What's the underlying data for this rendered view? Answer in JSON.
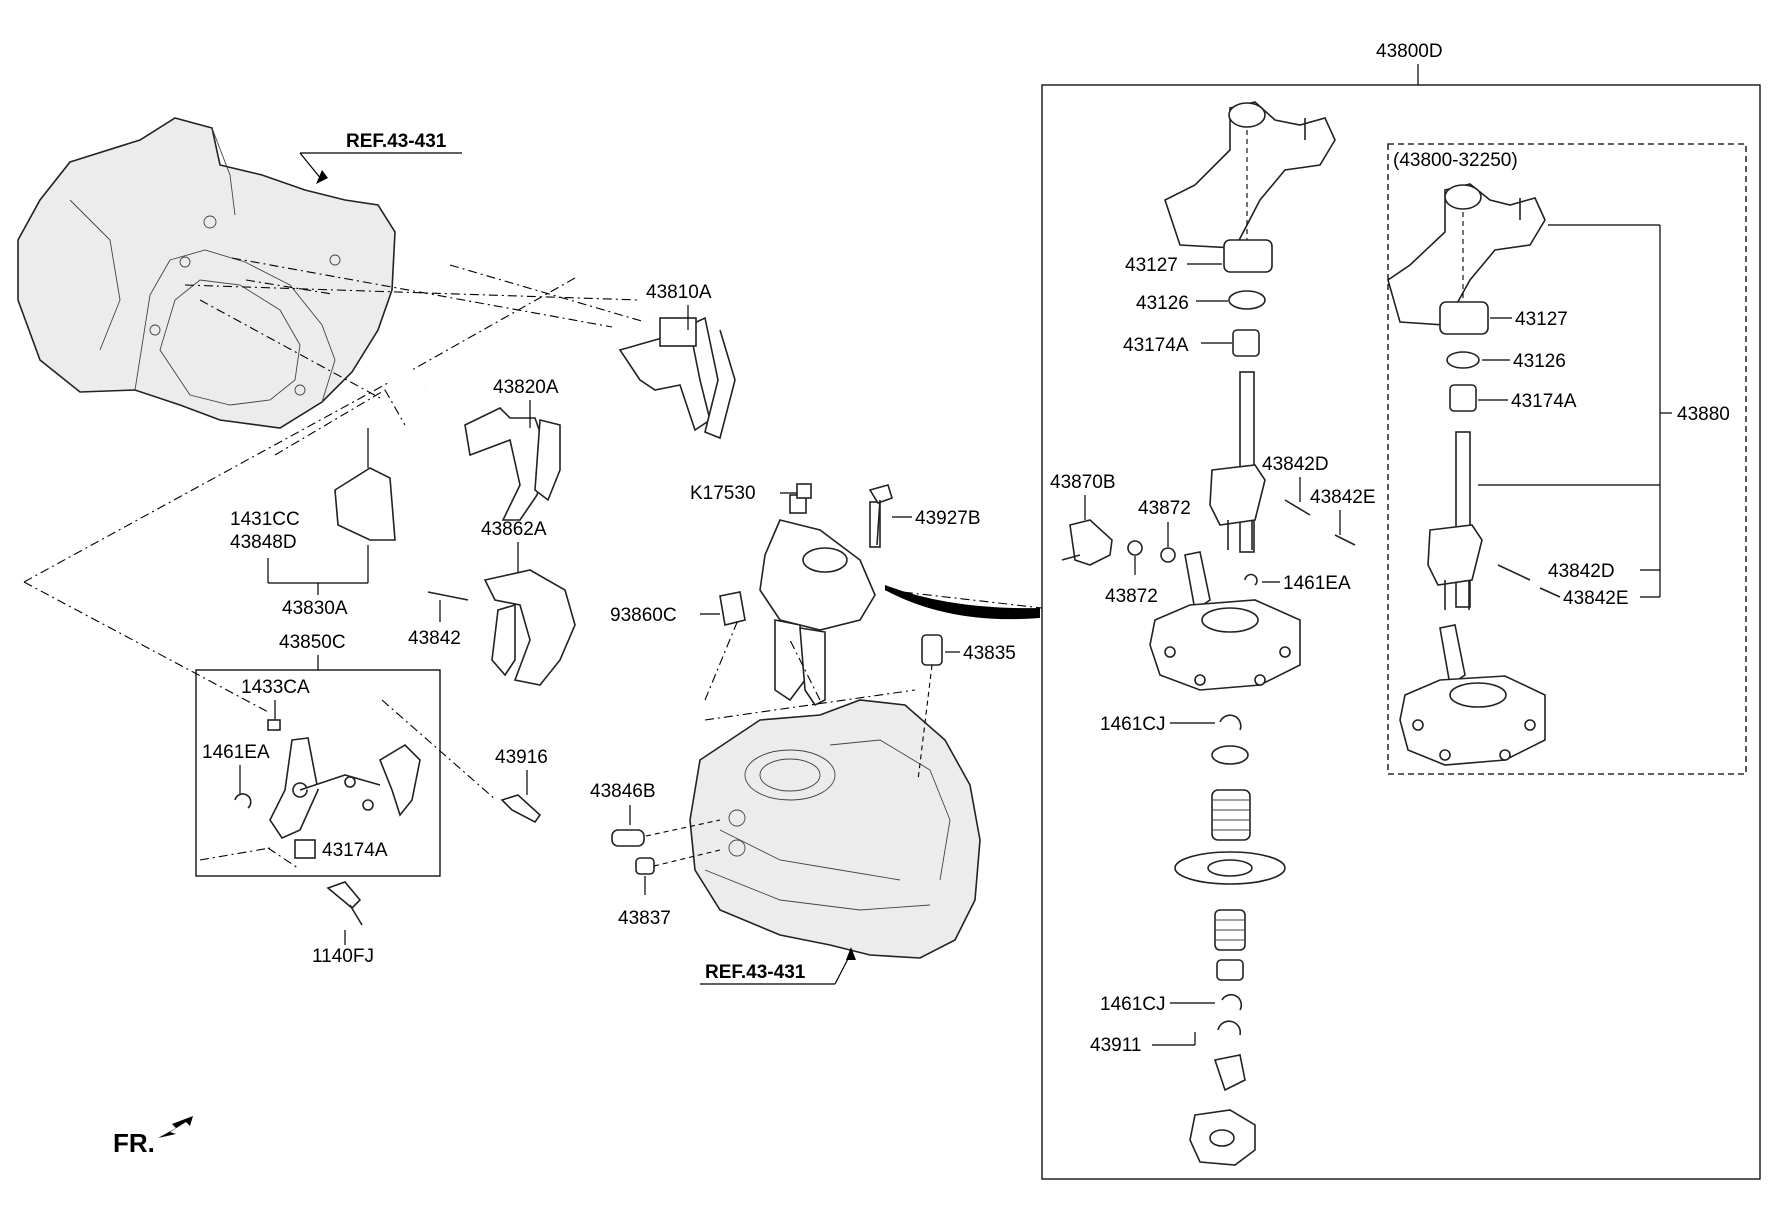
{
  "labels": {
    "ref_top": "REF.43-431",
    "ref_bottom": "REF.43-431",
    "p43810A": "43810A",
    "p43820A": "43820A",
    "p1431CC": "1431CC",
    "p43848D": "43848D",
    "p43862A": "43862A",
    "p43830A": "43830A",
    "p43842": "43842",
    "p43850C": "43850C",
    "p1433CA": "1433CA",
    "p1461EA_left": "1461EA",
    "p43916": "43916",
    "p43174A_left": "43174A",
    "p1140FJ": "1140FJ",
    "pK17530": "K17530",
    "p43927B": "43927B",
    "p93860C": "93860C",
    "p43835": "43835",
    "p43846B": "43846B",
    "p43837": "43837",
    "fr": "FR.",
    "p43800D": "43800D",
    "p43127_a": "43127",
    "p43126_a": "43126",
    "p43174A_a": "43174A",
    "p43842D_a": "43842D",
    "p43842E_a": "43842E",
    "p43870B": "43870B",
    "p43872_a": "43872",
    "p43872_b": "43872",
    "p1461EA_right": "1461EA",
    "p1461CJ_a": "1461CJ",
    "p1461CJ_b": "1461CJ",
    "p43911": "43911",
    "sub_code": "(43800-32250)",
    "p43127_b": "43127",
    "p43126_b": "43126",
    "p43174A_b": "43174A",
    "p43880": "43880",
    "p43842D_b": "43842D",
    "p43842E_b": "43842E"
  },
  "icons": [
    "front-direction-arrow-icon"
  ]
}
